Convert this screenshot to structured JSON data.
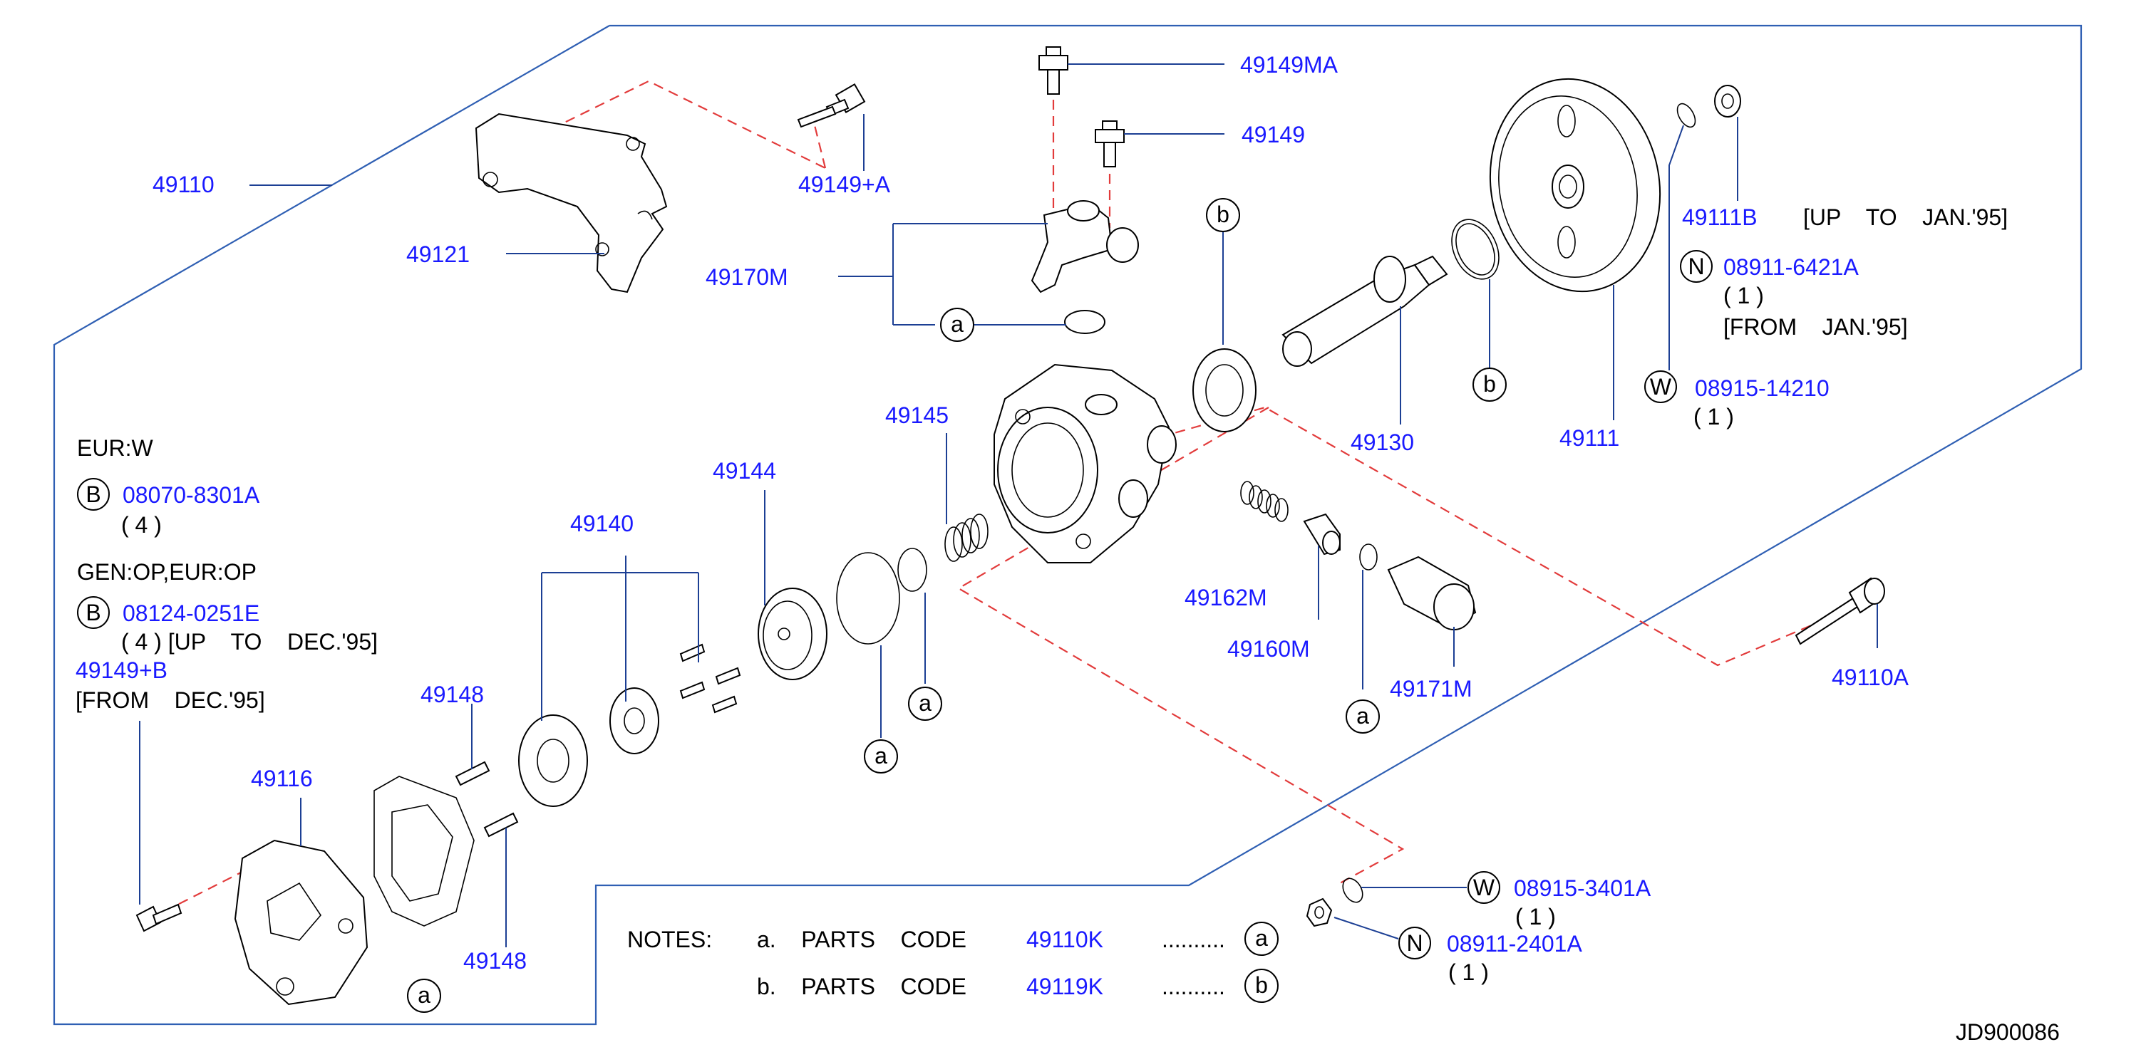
{
  "part_numbers": {
    "p49110": "49110",
    "p49121": "49121",
    "p49149A": "49149+A",
    "p49149MA": "49149MA",
    "p49149": "49149",
    "p49170M": "49170M",
    "p49145": "49145",
    "p49144": "49144",
    "p49140": "49140",
    "p49148a": "49148",
    "p49148b": "49148",
    "p49116": "49116",
    "p49130": "49130",
    "p49111": "49111",
    "p49111B": "49111B",
    "p49162M": "49162M",
    "p49160M": "49160M",
    "p49171M": "49171M",
    "p49110A": "49110A"
  },
  "callout_letters": {
    "a": "a",
    "b": "b"
  },
  "ref_circles": {
    "B": "B",
    "N": "N",
    "W": "W"
  },
  "left_notes": {
    "eur_w": "EUR:W",
    "b1_code": "08070-8301A",
    "b1_qty": "( 4 )",
    "gen": "GEN:OP,EUR:OP",
    "b2_code": "08124-0251E",
    "b2_qty": "( 4 ) [UP    TO    DEC.'95]",
    "p49149B": "49149+B",
    "from_dec": "[FROM    DEC.'95]"
  },
  "right_notes": {
    "up_to_jan": "[UP    TO    JAN.'95]",
    "n1_code": "08911-6421A",
    "n1_qty": "( 1 )",
    "from_jan": "[FROM    JAN.'95]",
    "w1_code": "08915-14210",
    "w1_qty": "( 1 )"
  },
  "bottom_refs": {
    "w2_code": "08915-3401A",
    "w2_qty": "( 1 )",
    "n2_code": "08911-2401A",
    "n2_qty": "( 1 )"
  },
  "notes": {
    "label": "NOTES:",
    "a_prefix": "a.    PARTS    CODE",
    "a_code": "49110K",
    "b_prefix": "b.    PARTS    CODE",
    "b_code": "49119K",
    "dots": "..........",
    "a_letter": "a",
    "b_letter": "b"
  },
  "diagram_id": "JD900086",
  "colors": {
    "part_number": "#1a1aff",
    "frame": "#2f5fb3",
    "dashed": "#e23b3b",
    "leader": "#1c3f94"
  }
}
